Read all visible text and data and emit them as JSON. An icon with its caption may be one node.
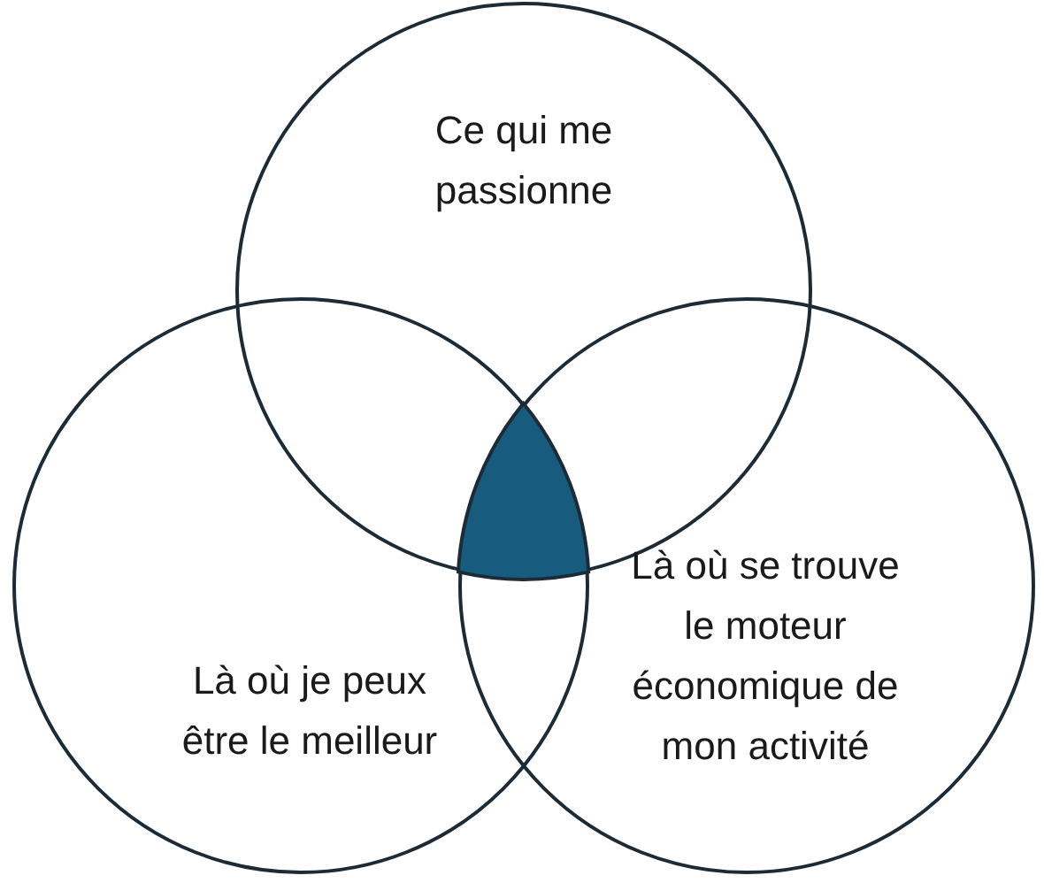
{
  "diagram": {
    "nodes": [
      {
        "text": [
          "Ce qui me passionne"
        ]
      },
      {
        "text": [
          "Là où je peux être le meilleur"
        ]
      },
      {
        "text": [
          "Là où se trouve le moteur économique de mon activité"
        ]
      },
      {
        "text": [],
        "shape": "triangle"
      }
    ]
  }
}
